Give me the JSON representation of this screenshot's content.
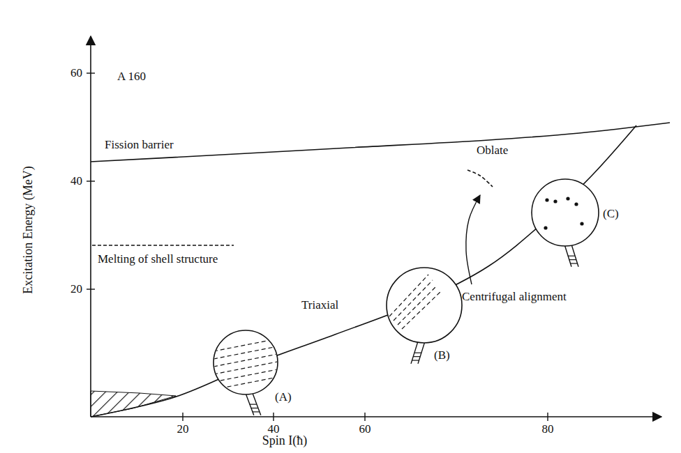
{
  "diagram": {
    "nodes": [
      {
        "text": [
          "(A)"
        ]
      },
      {
        "text": [
          "(B)"
        ]
      },
      {
        "text": [
          "(C)"
        ]
      }
    ],
    "labels": [
      "A 160",
      "Fission barrier",
      "Melting of shell structure",
      "Triaxial",
      "Oblate",
      "Centrifugal alignment",
      "Excitation Energy (MeV)",
      "Spin I(ħ)",
      "20",
      "40",
      "60",
      "20",
      "40",
      "60",
      "80"
    ]
  }
}
